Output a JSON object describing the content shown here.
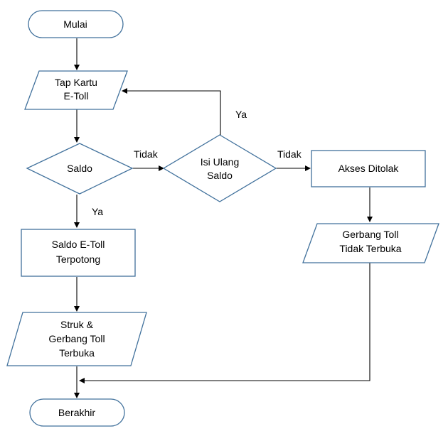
{
  "nodes": {
    "start": {
      "label": "Mulai"
    },
    "tap_card": {
      "lines": [
        "Tap Kartu",
        "E-Toll"
      ]
    },
    "balance_check": {
      "label": "Saldo"
    },
    "top_up": {
      "lines": [
        "Isi Ulang",
        "Saldo"
      ]
    },
    "access_denied": {
      "label": "Akses Ditolak"
    },
    "gate_closed": {
      "lines": [
        "Gerbang Toll",
        "Tidak Terbuka"
      ]
    },
    "deduct": {
      "lines": [
        "Saldo E-Toll",
        "Terpotong"
      ]
    },
    "receipt": {
      "lines": [
        "Struk &",
        "Gerbang Toll",
        "Terbuka"
      ]
    },
    "end": {
      "label": "Berakhir"
    }
  },
  "edge_labels": {
    "balance_no": "Tidak",
    "topup_yes": "Ya",
    "topup_no": "Tidak",
    "balance_yes": "Ya"
  },
  "colors": {
    "shape_stroke": "#41719c",
    "shape_fill": "#ffffff",
    "connector": "#000000"
  }
}
